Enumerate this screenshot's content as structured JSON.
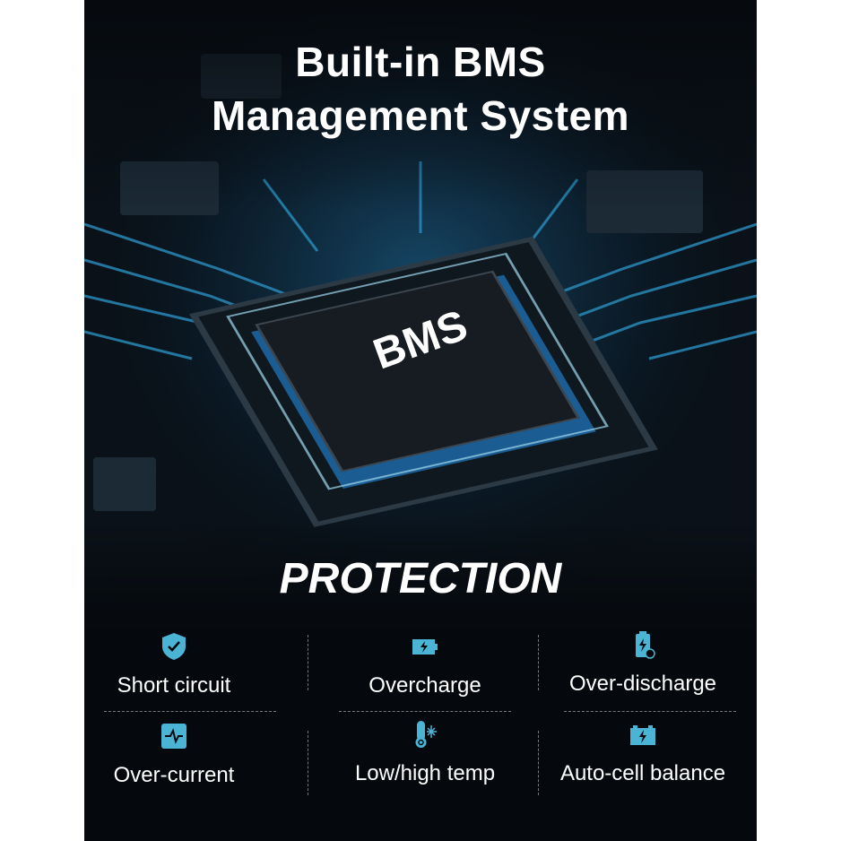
{
  "title": {
    "line1": "Built-in BMS",
    "line2": "Management System"
  },
  "chip_label": "BMS",
  "section_title": "PROTECTION",
  "accent_color": "#4bb4d4",
  "features": [
    {
      "label": "Short circuit",
      "icon": "shield-check-icon"
    },
    {
      "label": "Overcharge",
      "icon": "battery-charge-icon"
    },
    {
      "label": "Over-discharge",
      "icon": "battery-discharge-icon"
    },
    {
      "label": "Over-current",
      "icon": "pulse-icon"
    },
    {
      "label": "Low/high temp",
      "icon": "thermometer-snowflake-icon"
    },
    {
      "label": "Auto-cell balance",
      "icon": "battery-bolt-icon"
    }
  ]
}
